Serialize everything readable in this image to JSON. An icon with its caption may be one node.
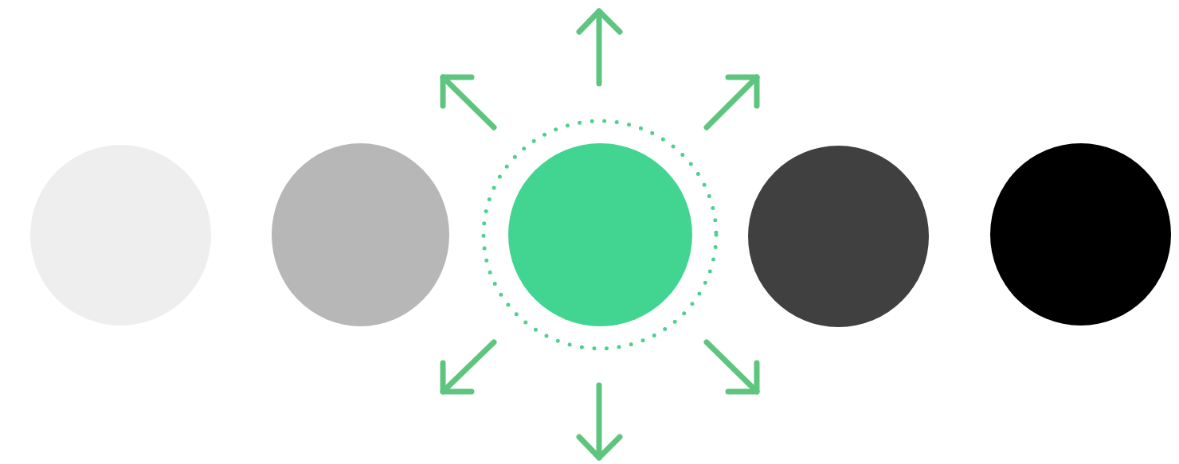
{
  "diagram": {
    "nodes": [
      {
        "text": [],
        "shape": "circle"
      },
      {
        "text": [],
        "shape": "circle"
      },
      {
        "text": [],
        "shape": "circle"
      },
      {
        "text": [],
        "shape": "circle",
        "in": 2
      },
      {
        "text": [],
        "shape": "circle"
      },
      {
        "text": [],
        "shape": "circle"
      }
    ]
  }
}
